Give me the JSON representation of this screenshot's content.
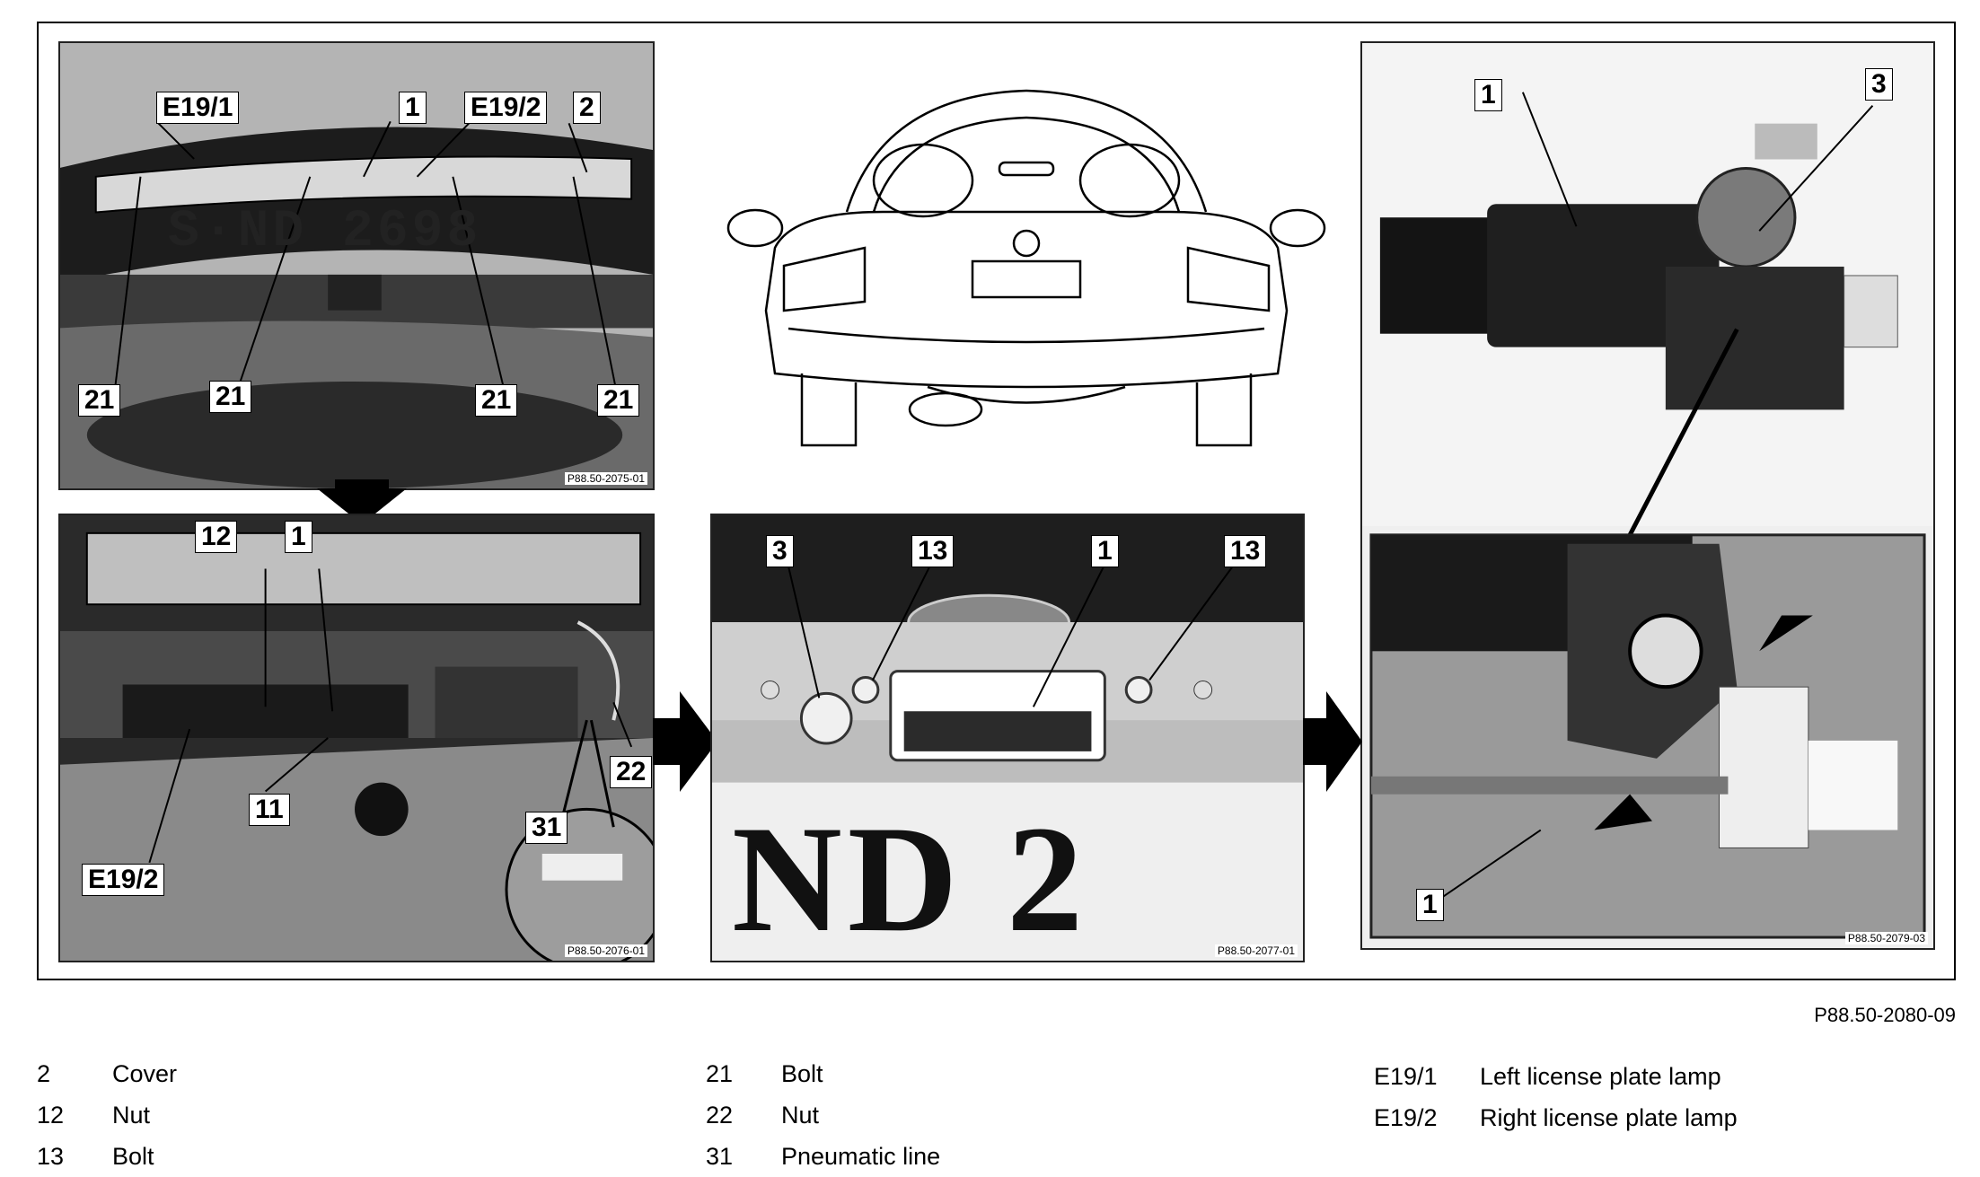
{
  "figure": {
    "reference": "P88.50-2080-09",
    "colors": {
      "line": "#000000",
      "photo_bg": "#9a9a9a",
      "panel_bg": "#ffffff"
    }
  },
  "panels": [
    {
      "id": "top-left",
      "photo_code": "P88.50-2075-01",
      "callouts": [
        "E19/1",
        "1",
        "E19/2",
        "2",
        "21",
        "21",
        "21",
        "21"
      ],
      "plate_text": "S·ND 2698"
    },
    {
      "id": "top-middle",
      "photo_code": "",
      "callouts": []
    },
    {
      "id": "top-right",
      "photo_code": "P88.50-2079-03",
      "callouts": [
        "1",
        "3",
        "1"
      ]
    },
    {
      "id": "bottom-left",
      "photo_code": "P88.50-2076-01",
      "callouts": [
        "12",
        "1",
        "11",
        "22",
        "31",
        "E19/2"
      ]
    },
    {
      "id": "bottom-middle",
      "photo_code": "P88.50-2077-01",
      "callouts": [
        "3",
        "13",
        "1",
        "13"
      ],
      "plate_text": "ND 2"
    }
  ],
  "legend": {
    "col1": [
      {
        "num": "2",
        "label": "Cover"
      },
      {
        "num": "12",
        "label": "Nut"
      },
      {
        "num": "13",
        "label": "Bolt"
      }
    ],
    "col2": [
      {
        "num": "21",
        "label": "Bolt"
      },
      {
        "num": "22",
        "label": "Nut"
      },
      {
        "num": "31",
        "label": "Pneumatic line"
      }
    ],
    "col3": [
      {
        "num": "E19/1",
        "label": "Left license plate lamp"
      },
      {
        "num": "E19/2",
        "label": "Right license plate lamp"
      }
    ]
  }
}
